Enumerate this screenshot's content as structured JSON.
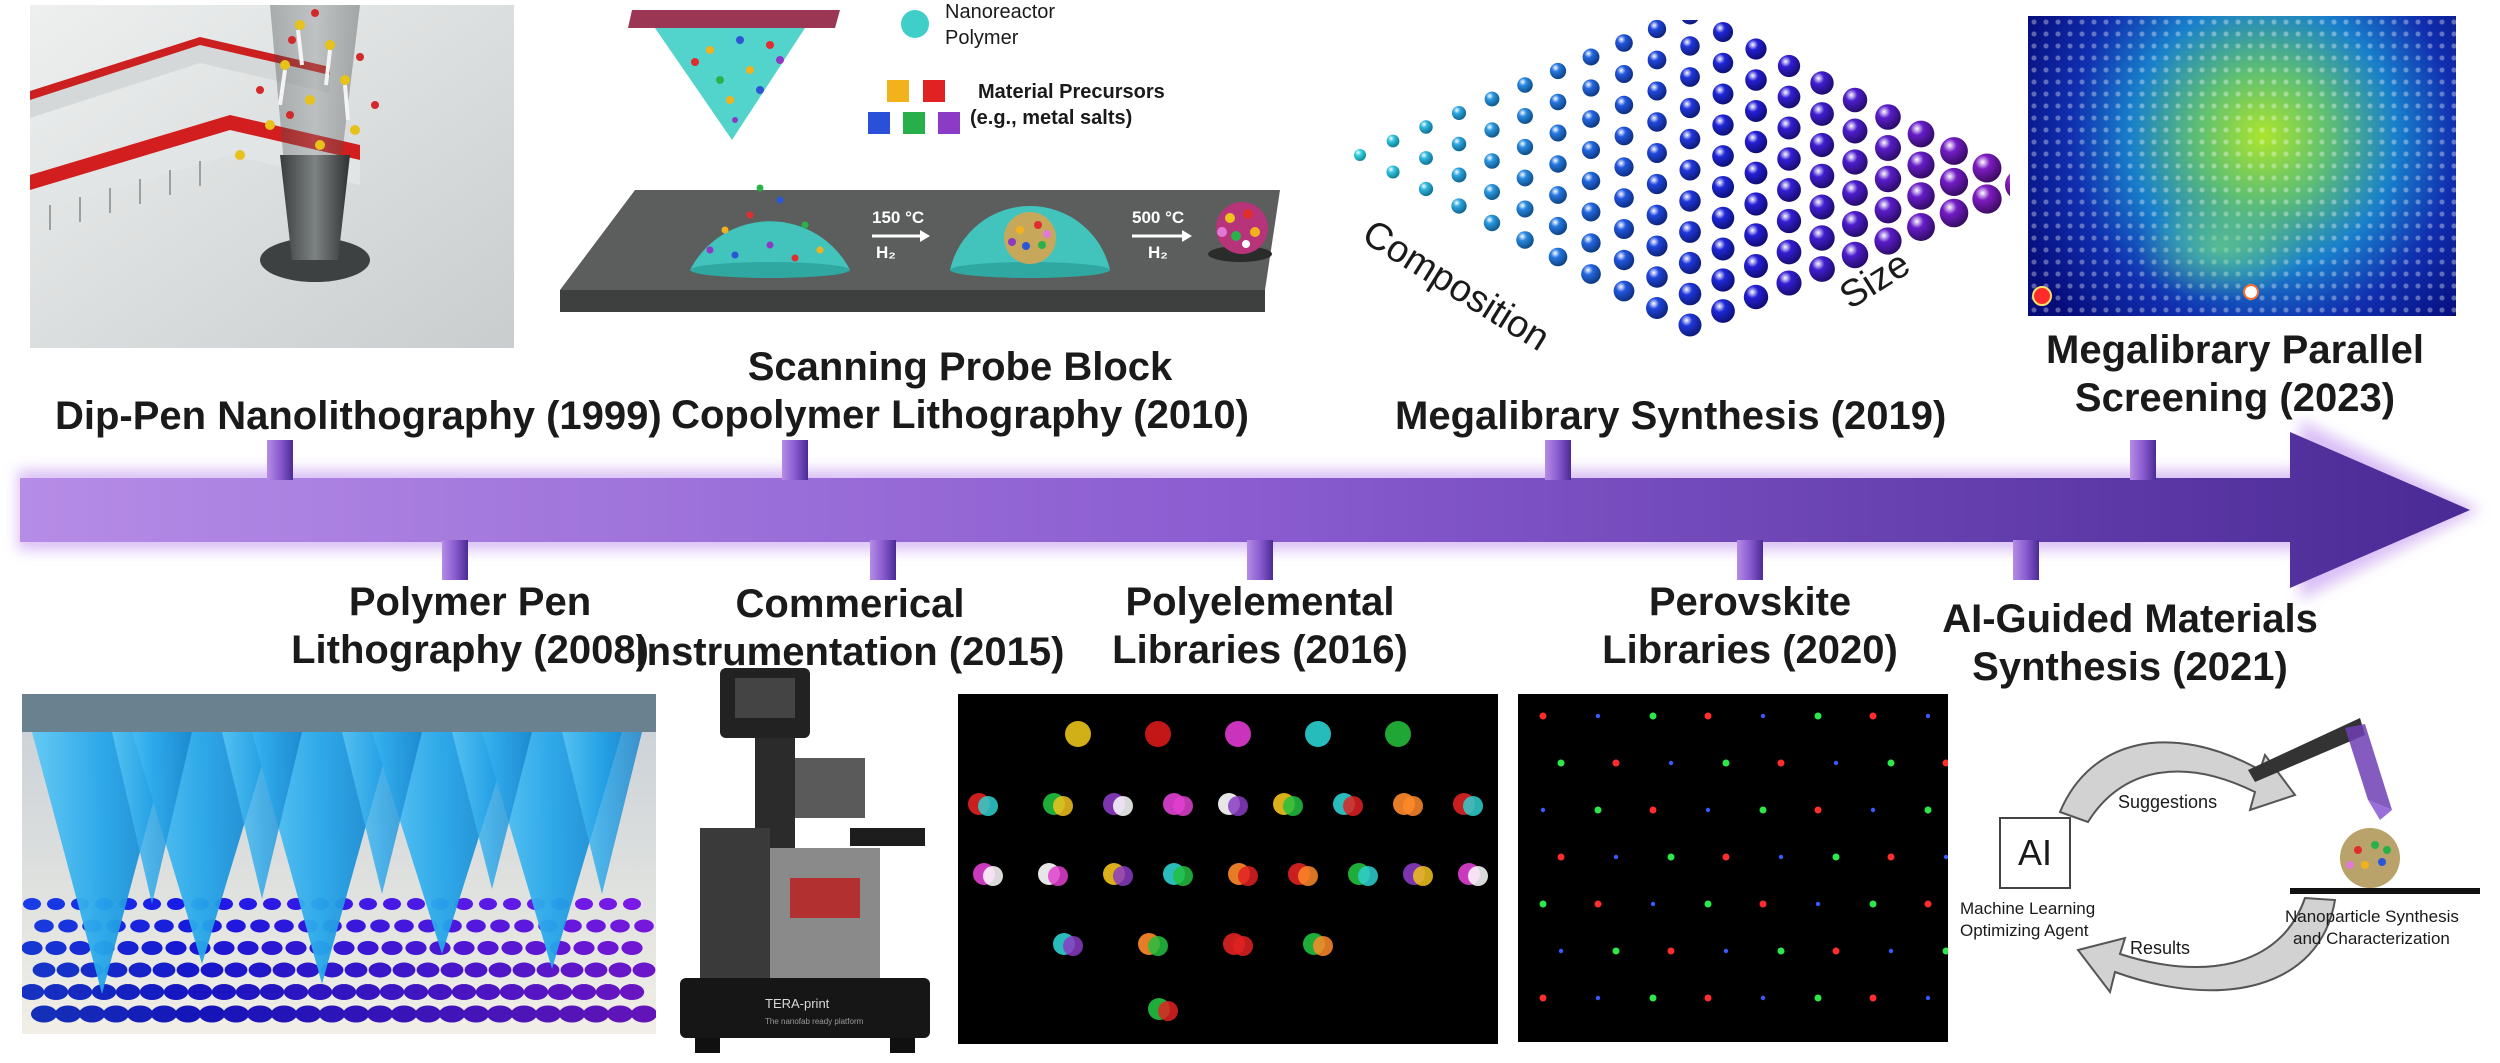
{
  "milestones": {
    "dpn": {
      "line1": "Dip-Pen Nanolithography (1999)"
    },
    "sbcl": {
      "line1": "Scanning Probe Block",
      "line2": "Copolymer Lithography (2010)"
    },
    "megasyn": {
      "line1": "Megalibrary Synthesis (2019)"
    },
    "megascreen": {
      "line1": "Megalibrary Parallel",
      "line2": "Screening (2023)"
    },
    "ppl": {
      "line1": "Polymer Pen",
      "line2": "Lithography (2008)"
    },
    "commercial": {
      "line1": "Commerical",
      "line2": "Instrumentation (2015)"
    },
    "polyelemental": {
      "line1": "Polyelemental",
      "line2": "Libraries (2016)"
    },
    "perovskite": {
      "line1": "Perovskite",
      "line2": "Libraries (2020)"
    },
    "ai": {
      "line1": "AI-Guided Materials",
      "line2": "Synthesis (2021)"
    }
  },
  "sbcl_figure": {
    "legend_polymer_line1": "Nanoreactor",
    "legend_polymer_line2": "Polymer",
    "legend_precursor_line1": "Material Precursors",
    "legend_precursor_line2": "(e.g., metal salts)",
    "step1_temp": "150 °C",
    "step1_gas": "H₂",
    "step2_temp": "500 °C",
    "step2_gas": "H₂",
    "colors": {
      "polymer": "#3fcfc8",
      "substrate": "#5b5e5c"
    }
  },
  "megasyn_figure": {
    "axis_composition": "Composition",
    "axis_size": "Size"
  },
  "ai_figure": {
    "ai_box": "AI",
    "suggestions": "Suggestions",
    "results": "Results",
    "agent_line1": "Machine Learning",
    "agent_line2": "Optimizing Agent",
    "synth_line1": "Nanoparticle Synthesis",
    "synth_line2": "and Characterization"
  },
  "instrument": {
    "brand": "TERA-print",
    "tag": "The nanofab ready platform"
  },
  "timeline": {
    "arrow_color": "#6a3fb5",
    "glow_color": "#c9a8f0"
  }
}
